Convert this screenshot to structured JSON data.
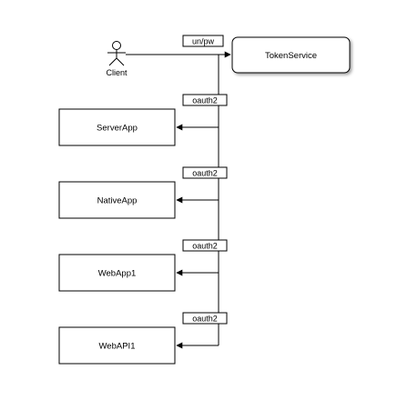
{
  "actor": {
    "label": "Client",
    "icon": "stick-figure-icon"
  },
  "token_service": {
    "label": "TokenService"
  },
  "edges": {
    "credentials_label": "un/pw",
    "oauth_labels": [
      "oauth2",
      "oauth2",
      "oauth2",
      "oauth2"
    ]
  },
  "apps": [
    {
      "label": "ServerApp"
    },
    {
      "label": "NativeApp"
    },
    {
      "label": "WebApp1"
    },
    {
      "label": "WebAPI1"
    }
  ]
}
